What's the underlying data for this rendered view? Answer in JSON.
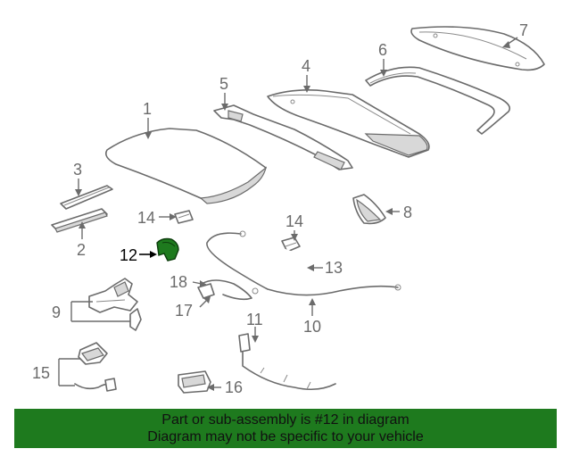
{
  "diagram": {
    "highlight_color": "#1e7a1e",
    "callouts": {
      "c1": "1",
      "c2": "2",
      "c3": "3",
      "c4": "4",
      "c5": "5",
      "c6": "6",
      "c7": "7",
      "c8": "8",
      "c9": "9",
      "c10": "10",
      "c11": "11",
      "c12": "12",
      "c13": "13",
      "c14a": "14",
      "c14b": "14",
      "c15": "15",
      "c16": "16",
      "c17": "17",
      "c18": "18"
    }
  },
  "banner": {
    "line1": "Part or sub-assembly is #12 in diagram",
    "line2": "Diagram may not be specific to your vehicle",
    "background": "#1e7a1e"
  }
}
